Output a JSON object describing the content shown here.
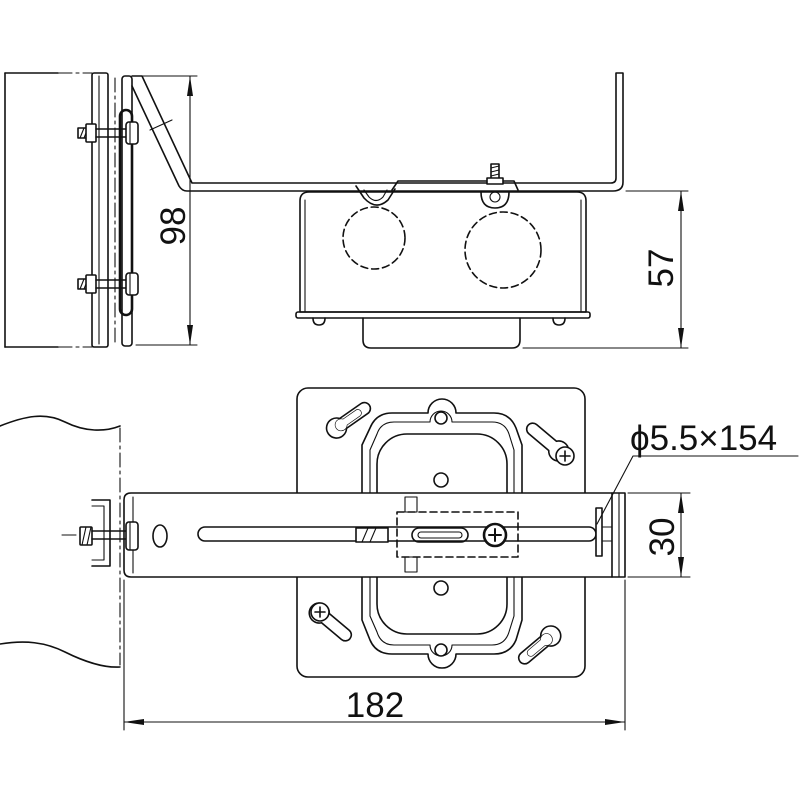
{
  "dimensions": {
    "height_top_view": "98",
    "box_height": "57",
    "bracket_width": "30",
    "overall_length": "182",
    "slot_callout": "ϕ5.5×154"
  }
}
